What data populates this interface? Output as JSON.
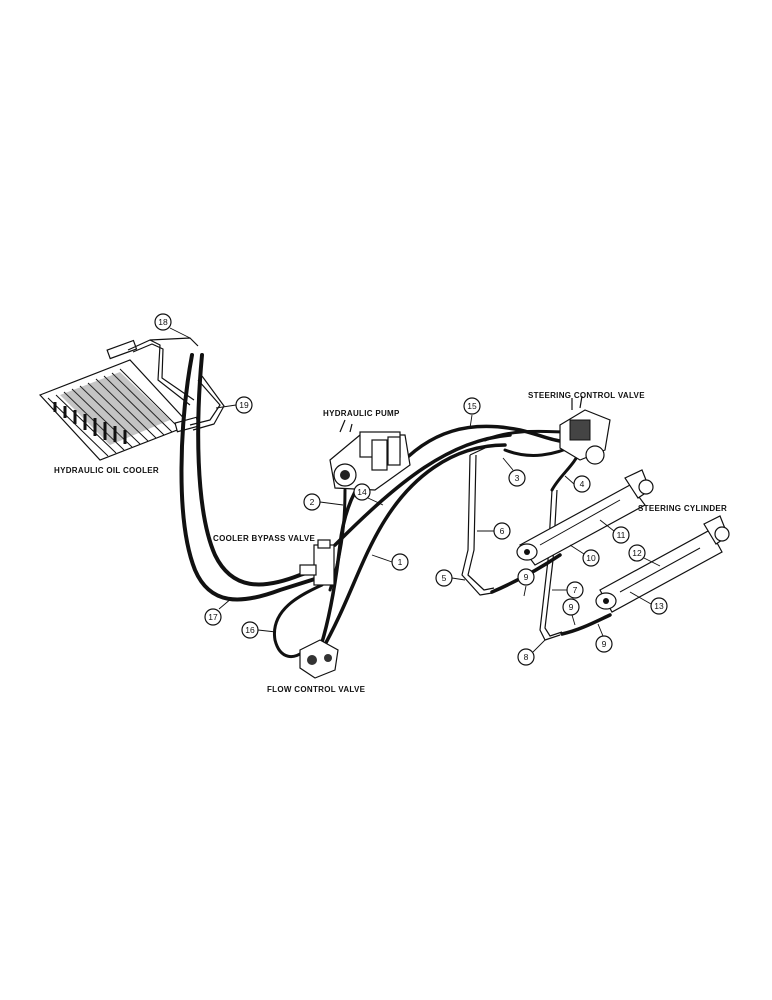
{
  "labels": {
    "hydraulic_oil_cooler": "HYDRAULIC OIL COOLER",
    "hydraulic_pump": "HYDRAULIC PUMP",
    "cooler_bypass_valve": "COOLER BYPASS VALVE",
    "flow_control_valve": "FLOW CONTROL VALVE",
    "steering_control_valve": "STEERING CONTROL VALVE",
    "steering_cylinder": "STEERING CYLINDER"
  },
  "callouts": [
    {
      "id": "c18",
      "text": "18"
    },
    {
      "id": "c19",
      "text": "19"
    },
    {
      "id": "c15",
      "text": "15"
    },
    {
      "id": "c2",
      "text": "2"
    },
    {
      "id": "c14",
      "text": "14"
    },
    {
      "id": "c3",
      "text": "3"
    },
    {
      "id": "c4",
      "text": "4"
    },
    {
      "id": "c1",
      "text": "1"
    },
    {
      "id": "c6",
      "text": "6"
    },
    {
      "id": "c11",
      "text": "11"
    },
    {
      "id": "c10",
      "text": "10"
    },
    {
      "id": "c12",
      "text": "12"
    },
    {
      "id": "c5",
      "text": "5"
    },
    {
      "id": "c9a",
      "text": "9"
    },
    {
      "id": "c7",
      "text": "7"
    },
    {
      "id": "c9b",
      "text": "9"
    },
    {
      "id": "c13",
      "text": "13"
    },
    {
      "id": "c9c",
      "text": "9"
    },
    {
      "id": "c8",
      "text": "8"
    },
    {
      "id": "c17",
      "text": "17"
    },
    {
      "id": "c16",
      "text": "16"
    }
  ]
}
